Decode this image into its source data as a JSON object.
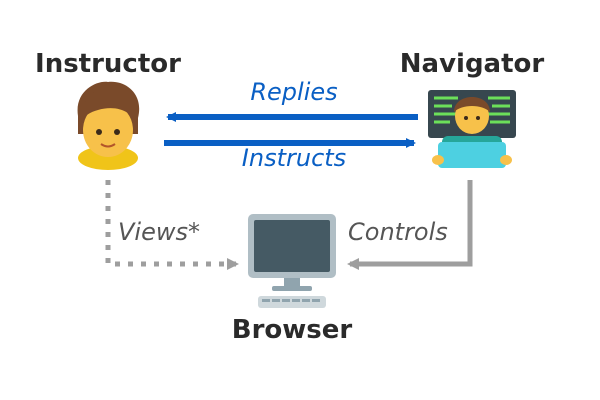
{
  "nodes": {
    "instructor": {
      "label": "Instructor",
      "icon": "person-emoji-icon"
    },
    "navigator": {
      "label": "Navigator",
      "icon": "technologist-emoji-icon"
    },
    "browser": {
      "label": "Browser",
      "icon": "desktop-computer-icon"
    }
  },
  "edges": {
    "replies": {
      "label": "Replies",
      "from": "navigator",
      "to": "instructor",
      "style": "solid"
    },
    "instructs": {
      "label": "Instructs",
      "from": "instructor",
      "to": "navigator",
      "style": "solid"
    },
    "views": {
      "label": "Views*",
      "from": "instructor",
      "to": "browser",
      "style": "dotted"
    },
    "controls": {
      "label": "Controls",
      "from": "navigator",
      "to": "browser",
      "style": "solid"
    }
  },
  "colors": {
    "blue_arrow": "#0a5fc4",
    "gray_arrow": "#9e9e9e",
    "label_dark": "#2a2a2a",
    "label_gray": "#555555"
  }
}
